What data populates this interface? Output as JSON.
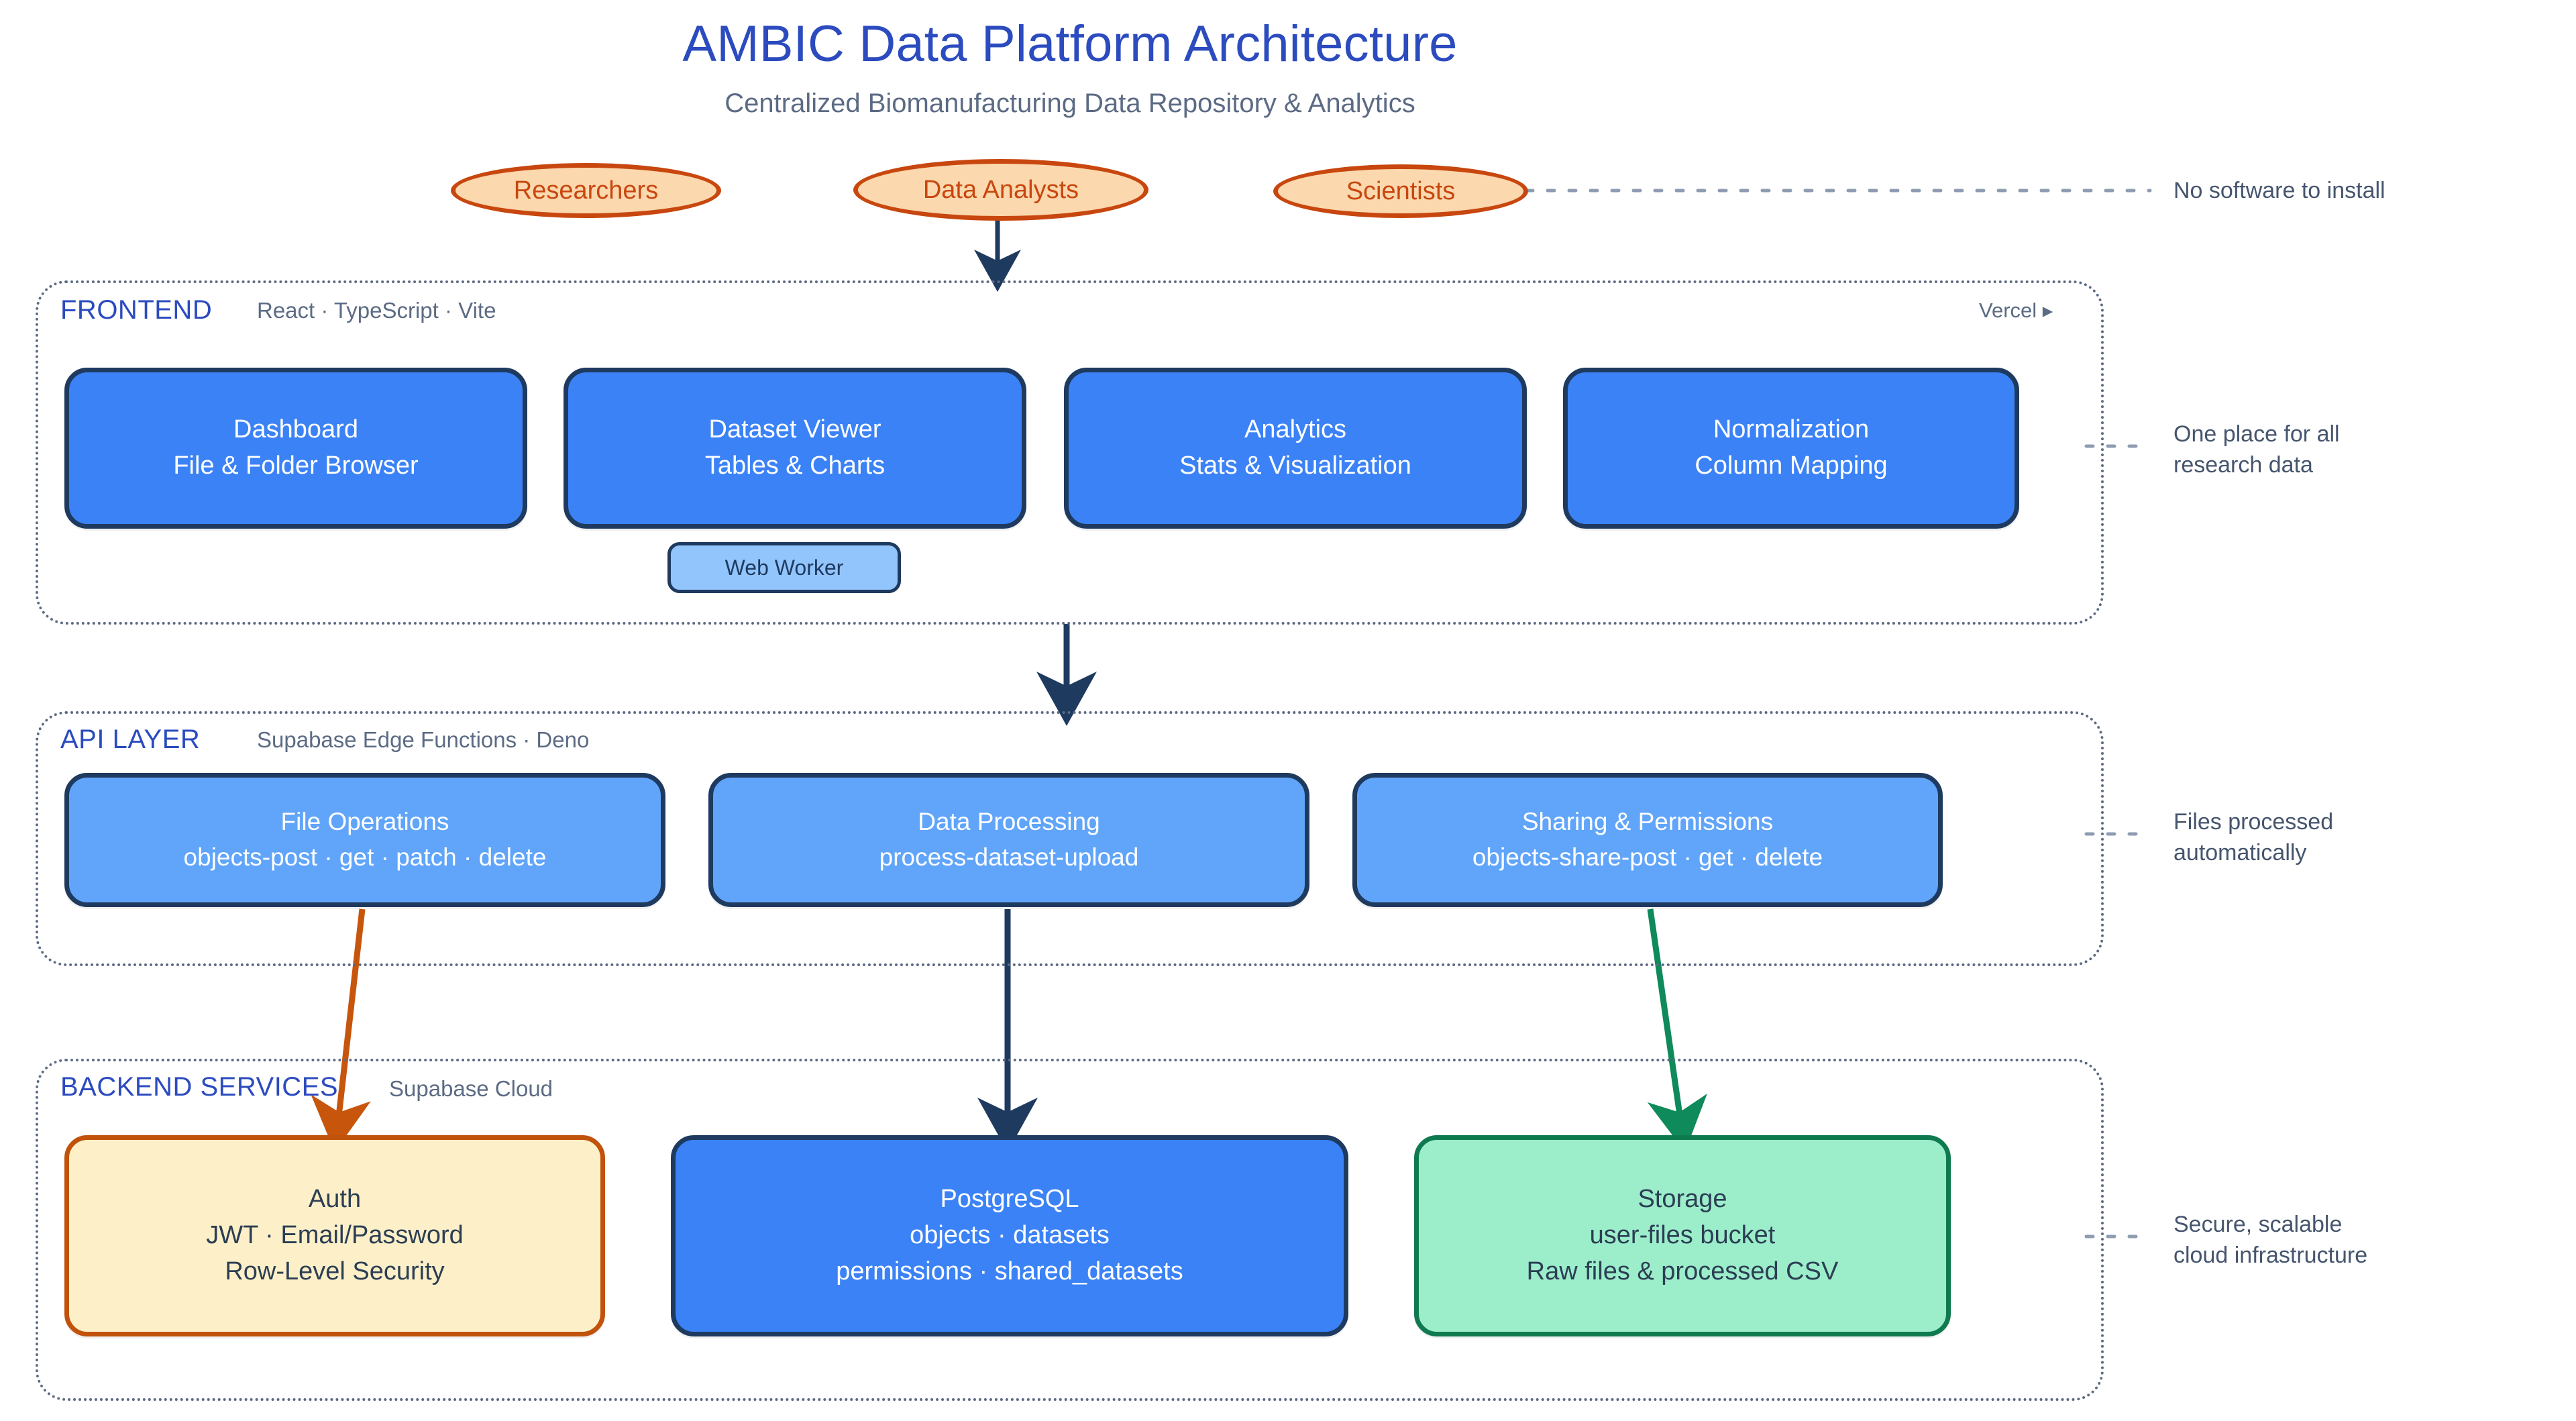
{
  "header": {
    "title": "AMBIC Data Platform Architecture",
    "subtitle": "Centralized Biomanufacturing Data Repository & Analytics"
  },
  "personas": [
    {
      "label": "Researchers"
    },
    {
      "label": "Data Analysts"
    },
    {
      "label": "Scientists"
    }
  ],
  "layers": {
    "frontend": {
      "title": "FRONTEND",
      "tech": "React · TypeScript · Vite",
      "host": "Vercel ▸",
      "nodes": [
        {
          "line1": "Dashboard",
          "line2": "File & Folder Browser"
        },
        {
          "line1": "Dataset Viewer",
          "line2": "Tables & Charts"
        },
        {
          "line1": "Analytics",
          "line2": "Stats & Visualization"
        },
        {
          "line1": "Normalization",
          "line2": "Column Mapping"
        }
      ],
      "worker": "Web Worker"
    },
    "api": {
      "title": "API LAYER",
      "tech": "Supabase Edge Functions · Deno",
      "nodes": [
        {
          "line1": "File Operations",
          "line2": "objects-post · get · patch · delete"
        },
        {
          "line1": "Data Processing",
          "line2": "process-dataset-upload"
        },
        {
          "line1": "Sharing & Permissions",
          "line2": "objects-share-post · get · delete"
        }
      ]
    },
    "backend": {
      "title": "BACKEND SERVICES",
      "tech": "Supabase Cloud",
      "nodes": [
        {
          "line1": "Auth",
          "line2": "JWT · Email/Password",
          "line3": "Row-Level Security"
        },
        {
          "line1": "PostgreSQL",
          "line2": "objects · datasets",
          "line3": "permissions · shared_datasets"
        },
        {
          "line1": "Storage",
          "line2": "user-files bucket",
          "line3": "Raw files & processed CSV"
        }
      ]
    }
  },
  "notes": [
    {
      "line1": "No software to install",
      "line2": ""
    },
    {
      "line1": "One place for all",
      "line2": "research data"
    },
    {
      "line1": "Files processed",
      "line2": "automatically"
    },
    {
      "line1": "Secure, scalable",
      "line2": "cloud infrastructure"
    }
  ],
  "colors": {
    "title_blue": "#2b4bbf",
    "muted_slate": "#5c6b84",
    "node_blue": "#3b82f6",
    "node_blue_light": "#60a5fa",
    "chip_blue": "#93c5fd",
    "border_navy": "#1e3a5f",
    "persona_fill": "#fbd8ae",
    "persona_border": "#c8470f",
    "auth_fill": "#fdf0c8",
    "auth_border": "#c1520b",
    "storage_fill": "#9ceecb",
    "storage_border": "#0f7a4f"
  }
}
